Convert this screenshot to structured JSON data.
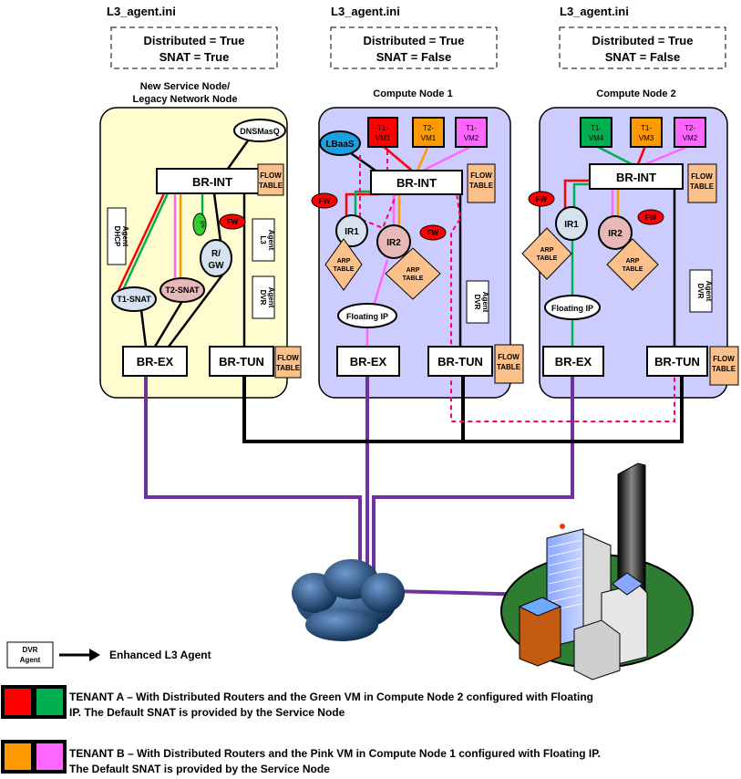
{
  "configs": [
    {
      "file": "L3_agent.ini",
      "distributed": "Distributed  = True",
      "snat": "SNAT  = True"
    },
    {
      "file": "L3_agent.ini",
      "distributed": "Distributed  = True",
      "snat": "SNAT  = False"
    },
    {
      "file": "L3_agent.ini",
      "distributed": "Distributed  = True",
      "snat": "SNAT  = False"
    }
  ],
  "nodes": {
    "service": {
      "title_line1": "New Service Node/",
      "title_line2": "Legacy Network Node",
      "dnsmasq": "DNSMasQ",
      "br_int": "BR-INT",
      "br_ex": "BR-EX",
      "br_tun": "BR-TUN",
      "flow_table_1": "FLOW",
      "flow_table_2": "TABLE",
      "dhcp_agent_1": "DHCP",
      "dhcp_agent_2": "Agent",
      "l3_agent_1": "L3",
      "l3_agent_2": "Agent",
      "dvr_agent_1": "DVR",
      "dvr_agent_2": "Agent",
      "t1_snat": "T1-SNAT",
      "t2_snat": "T2-SNAT",
      "rgw_1": "R/",
      "rgw_2": "GW",
      "fw": "FW",
      "small_green": "gw"
    },
    "compute1": {
      "title": "Compute Node 1",
      "vm1_1": "T1-",
      "vm1_2": "VM1",
      "vm2_1": "T2-",
      "vm2_2": "VM1",
      "vm3_1": "T1-",
      "vm3_2": "VM2",
      "lbaas": "LBaaS",
      "br_int": "BR-INT",
      "br_ex": "BR-EX",
      "br_tun": "BR-TUN",
      "ir1": "IR1",
      "ir2": "IR2",
      "fw": "FW",
      "arp_1": "ARP",
      "arp_2": "TABLE",
      "floating_ip": "Floating IP",
      "dvr_agent_1": "DVR",
      "dvr_agent_2": "Agent",
      "flow_1": "FLOW",
      "flow_2": "TABLE"
    },
    "compute2": {
      "title": "Compute Node 2",
      "vm1_1": "T1-",
      "vm1_2": "VM4",
      "vm2_1": "T1-",
      "vm2_2": "VM3",
      "vm3_1": "T2-",
      "vm3_2": "VM2",
      "br_int": "BR-INT",
      "br_ex": "BR-EX",
      "br_tun": "BR-TUN",
      "ir1": "IR1",
      "ir2": "IR2",
      "fw": "FW",
      "arp_1": "ARP",
      "arp_2": "TABLE",
      "floating_ip": "Floating IP",
      "dvr_agent_1": "DVR",
      "dvr_agent_2": "Agent",
      "flow_1": "FLOW",
      "flow_2": "TABLE"
    }
  },
  "legend": {
    "dvr_box_1": "DVR",
    "dvr_box_2": "Agent",
    "dvr_meaning": "Enhanced L3 Agent",
    "tenant_a_line1": "TENANT A – With Distributed Routers and the Green VM in Compute Node 2 configured with Floating",
    "tenant_a_line2": "IP. The Default SNAT is provided by the Service Node",
    "tenant_b_line1": "TENANT B – With Distributed Routers and the Pink VM in Compute Node 1 configured with Floating IP.",
    "tenant_b_line2": "The Default SNAT is provided by the Service Node"
  },
  "colors": {
    "service_bg": "#fffdd0",
    "compute_bg": "#ccccff",
    "tenant_a_red": "#ff0000",
    "tenant_a_green": "#00b050",
    "tenant_b_orange": "#ff9900",
    "tenant_b_pink": "#ff66ff",
    "purple_link": "#7030a0",
    "dashed_path": "#ff0066",
    "flow_table": "#fcc08a"
  }
}
